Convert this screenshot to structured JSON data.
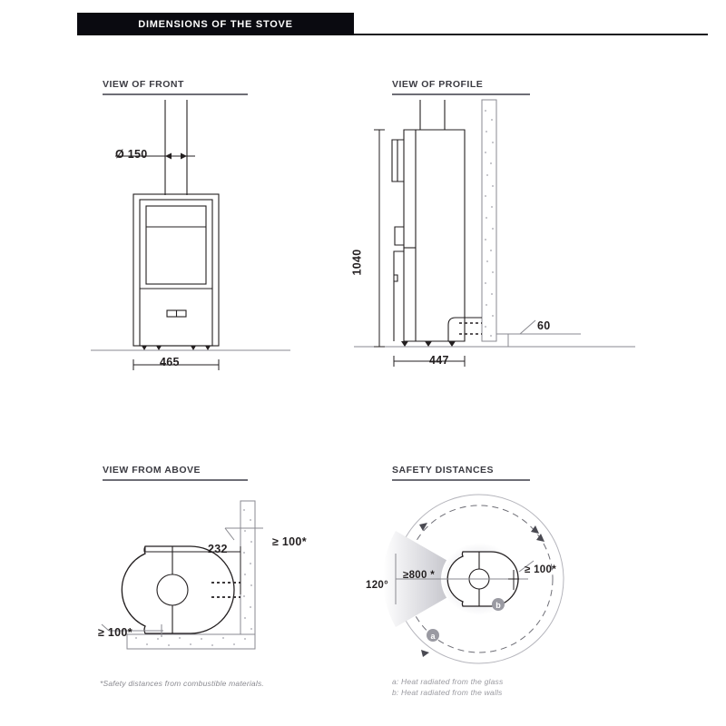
{
  "header": {
    "title": "DIMENSIONS OF THE STOVE"
  },
  "sections": {
    "front": {
      "title": "VIEW OF FRONT"
    },
    "profile": {
      "title": "VIEW OF PROFILE"
    },
    "above": {
      "title": "VIEW FROM ABOVE"
    },
    "safety": {
      "title": "SAFETY DISTANCES"
    }
  },
  "front_view": {
    "flue_diameter": "Ø 150",
    "width": "465"
  },
  "profile_view": {
    "height": "1040",
    "depth": "447",
    "wall_gap": "60"
  },
  "above_view": {
    "rear_depth": "232",
    "rear_clearance": "≥ 100*",
    "side_clearance": "≥ 100*"
  },
  "safety_view": {
    "angle": "120°",
    "front_distance": "≥800 *",
    "side_distance": "≥ 100*",
    "marker_a": "a",
    "marker_b": "b"
  },
  "footnotes": {
    "combustible": "*Safety distances from combustible materials.",
    "legend_a": "a: Heat radiated from the glass",
    "legend_b": "b: Heat radiated from the walls"
  },
  "colors": {
    "header_bg": "#0a0a10",
    "header_text": "#ffffff",
    "line": "#231f20",
    "light_line": "#8a8a90",
    "hatch": "#d8d8dc",
    "gradient_cone": "#bcbcc2"
  }
}
